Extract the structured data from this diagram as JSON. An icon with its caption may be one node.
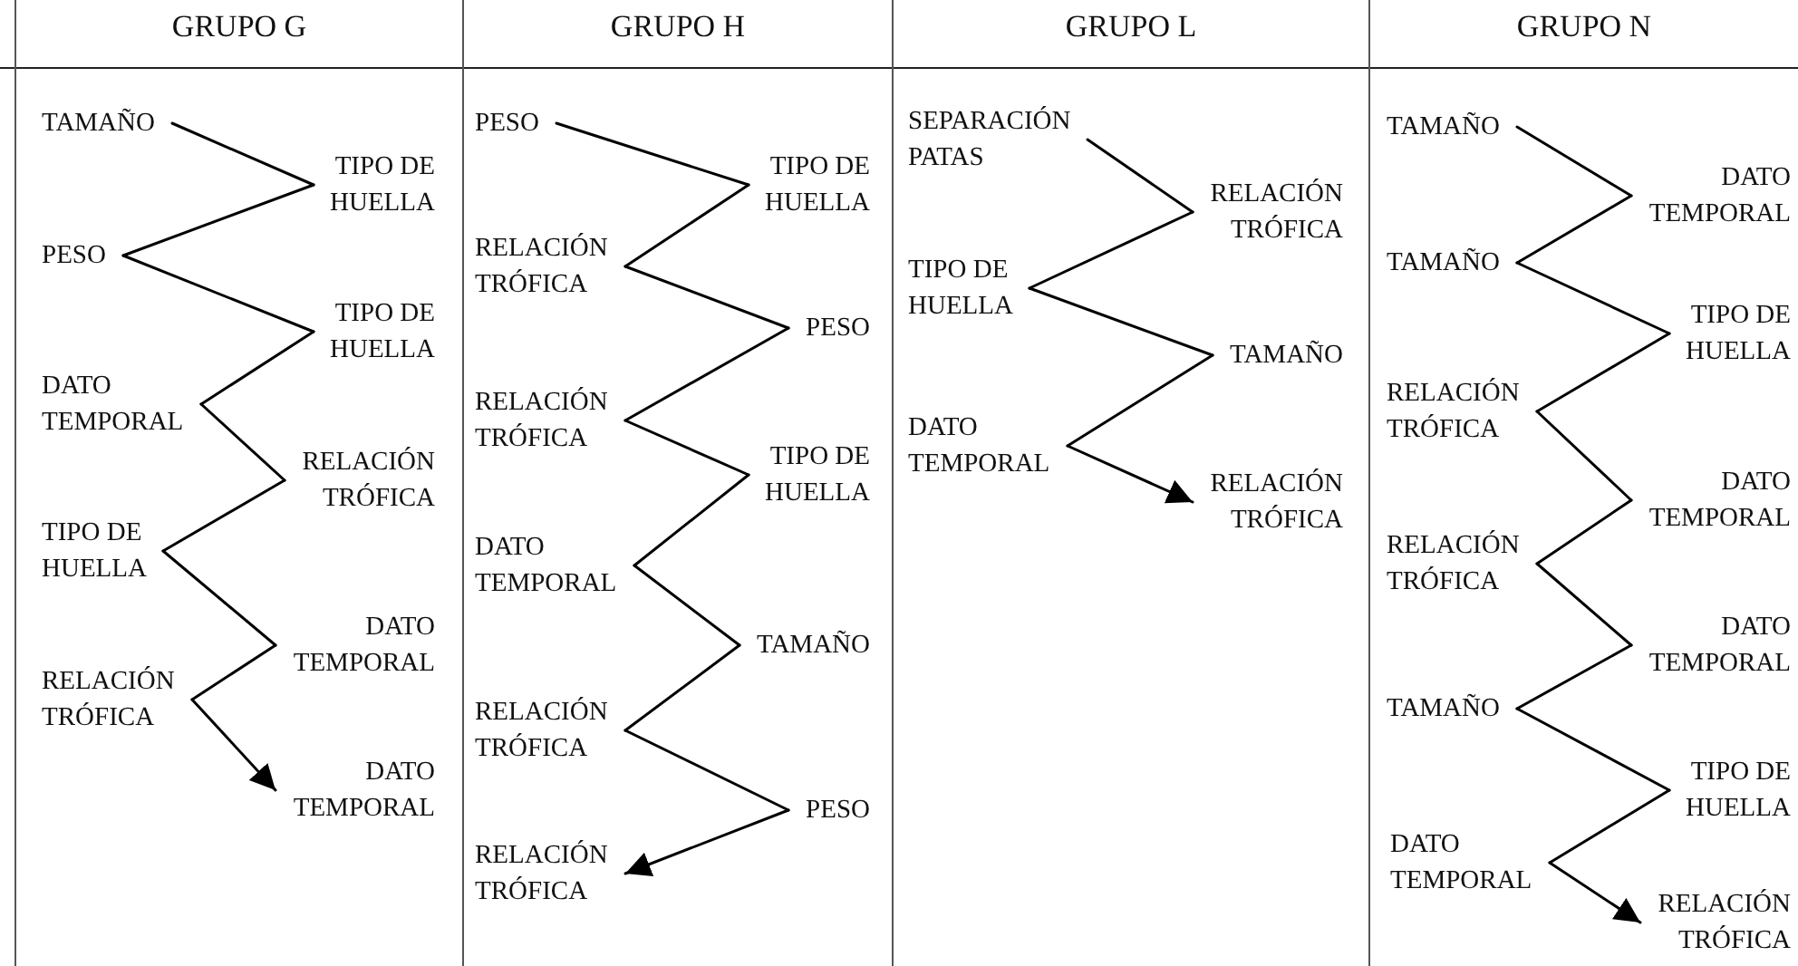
{
  "diagram": {
    "nodes": [
      {
        "text": [
          "GRUPO G"
        ]
      },
      {
        "text": [
          "TAMAÑO"
        ],
        "in": 0
      },
      {
        "text": [
          "TIPO DE HUELLA"
        ],
        "in": 0
      },
      {
        "text": [
          "PESO"
        ],
        "in": 0
      },
      {
        "text": [
          "TIPO DE HUELLA"
        ],
        "in": 0
      },
      {
        "text": [
          "DATO TEMPORAL"
        ],
        "in": 0
      },
      {
        "text": [
          "RELACIÓN TRÓFICA"
        ],
        "in": 0
      },
      {
        "text": [
          "TIPO DE HUELLA"
        ],
        "in": 0
      },
      {
        "text": [
          "DATO TEMPORAL"
        ],
        "in": 0
      },
      {
        "text": [
          "RELACIÓN TRÓFICA"
        ],
        "in": 0
      },
      {
        "text": [
          "DATO TEMPORAL"
        ],
        "in": 0
      },
      {
        "text": [
          "GRUPO H"
        ]
      },
      {
        "text": [
          "PESO"
        ],
        "in": 11
      },
      {
        "text": [
          "TIPO DE HUELLA"
        ],
        "in": 11
      },
      {
        "text": [
          "RELACIÓN TRÓFICA"
        ],
        "in": 11
      },
      {
        "text": [
          "PESO"
        ],
        "in": 11
      },
      {
        "text": [
          "RELACIÓN TRÓFICA"
        ],
        "in": 11
      },
      {
        "text": [
          "TIPO DE HUELLA"
        ],
        "in": 11
      },
      {
        "text": [
          "DATO TEMPORAL"
        ],
        "in": 11
      },
      {
        "text": [
          "TAMAÑO"
        ],
        "in": 11
      },
      {
        "text": [
          "RELACIÓN TRÓFICA"
        ],
        "in": 11
      },
      {
        "text": [
          "PESO"
        ],
        "in": 11
      },
      {
        "text": [
          "RELACIÓN TRÓFICA"
        ],
        "in": 11
      },
      {
        "text": [
          "GRUPO L"
        ]
      },
      {
        "text": [
          "SEPARACIÓN PATAS"
        ],
        "in": 23
      },
      {
        "text": [
          "RELACIÓN TRÓFICA"
        ],
        "in": 23
      },
      {
        "text": [
          "TIPO DE HUELLA"
        ],
        "in": 23
      },
      {
        "text": [
          "TAMAÑO"
        ],
        "in": 23
      },
      {
        "text": [
          "DATO TEMPORAL"
        ],
        "in": 23
      },
      {
        "text": [
          "RELACIÓN TRÓFICA"
        ],
        "in": 23
      },
      {
        "text": [
          "GRUPO N"
        ]
      },
      {
        "text": [
          "TAMAÑO"
        ],
        "in": 30
      },
      {
        "text": [
          "DATO TEMPORAL"
        ],
        "in": 30
      },
      {
        "text": [
          "TAMAÑO"
        ],
        "in": 30
      },
      {
        "text": [
          "TIPO DE HUELLA"
        ],
        "in": 30
      },
      {
        "text": [
          "RELACIÓN TRÓFICA"
        ],
        "in": 30
      },
      {
        "text": [
          "DATO TEMPORAL"
        ],
        "in": 30
      },
      {
        "text": [
          "RELACIÓN TRÓFICA"
        ],
        "in": 30
      },
      {
        "text": [
          "DATO TEMPORAL"
        ],
        "in": 30
      },
      {
        "text": [
          "TAMAÑO"
        ],
        "in": 30
      },
      {
        "text": [
          "TIPO DE HUELLA"
        ],
        "in": 30
      },
      {
        "text": [
          "DATO TEMPORAL"
        ],
        "in": 30
      },
      {
        "text": [
          "RELACIÓN TRÓFICA"
        ],
        "in": 30
      }
    ],
    "edges": [
      {
        "from": 1,
        "to": 2,
        "arrow": "none"
      },
      {
        "from": 2,
        "to": 3,
        "arrow": "none"
      },
      {
        "from": 3,
        "to": 4,
        "arrow": "none"
      },
      {
        "from": 4,
        "to": 5,
        "arrow": "none"
      },
      {
        "from": 5,
        "to": 6,
        "arrow": "none"
      },
      {
        "from": 6,
        "to": 7,
        "arrow": "none"
      },
      {
        "from": 7,
        "to": 8,
        "arrow": "none"
      },
      {
        "from": 8,
        "to": 9,
        "arrow": "none"
      },
      {
        "from": 9,
        "to": 10,
        "arrow": "to"
      },
      {
        "from": 12,
        "to": 13,
        "arrow": "none"
      },
      {
        "from": 13,
        "to": 14,
        "arrow": "none"
      },
      {
        "from": 14,
        "to": 15,
        "arrow": "none"
      },
      {
        "from": 15,
        "to": 16,
        "arrow": "none"
      },
      {
        "from": 16,
        "to": 17,
        "arrow": "none"
      },
      {
        "from": 17,
        "to": 18,
        "arrow": "none"
      },
      {
        "from": 18,
        "to": 19,
        "arrow": "none"
      },
      {
        "from": 19,
        "to": 20,
        "arrow": "none"
      },
      {
        "from": 20,
        "to": 21,
        "arrow": "none"
      },
      {
        "from": 21,
        "to": 22,
        "arrow": "to"
      },
      {
        "from": 24,
        "to": 25,
        "arrow": "none"
      },
      {
        "from": 25,
        "to": 26,
        "arrow": "none"
      },
      {
        "from": 26,
        "to": 27,
        "arrow": "none"
      },
      {
        "from": 27,
        "to": 28,
        "arrow": "none"
      },
      {
        "from": 28,
        "to": 29,
        "arrow": "to"
      },
      {
        "from": 31,
        "to": 32,
        "arrow": "none"
      },
      {
        "from": 32,
        "to": 33,
        "arrow": "none"
      },
      {
        "from": 33,
        "to": 34,
        "arrow": "none"
      },
      {
        "from": 34,
        "to": 35,
        "arrow": "none"
      },
      {
        "from": 35,
        "to": 36,
        "arrow": "none"
      },
      {
        "from": 36,
        "to": 37,
        "arrow": "none"
      },
      {
        "from": 37,
        "to": 38,
        "arrow": "none"
      },
      {
        "from": 38,
        "to": 39,
        "arrow": "none"
      },
      {
        "from": 39,
        "to": 40,
        "arrow": "none"
      },
      {
        "from": 40,
        "to": 41,
        "arrow": "none"
      },
      {
        "from": 41,
        "to": 42,
        "arrow": "to"
      }
    ]
  }
}
